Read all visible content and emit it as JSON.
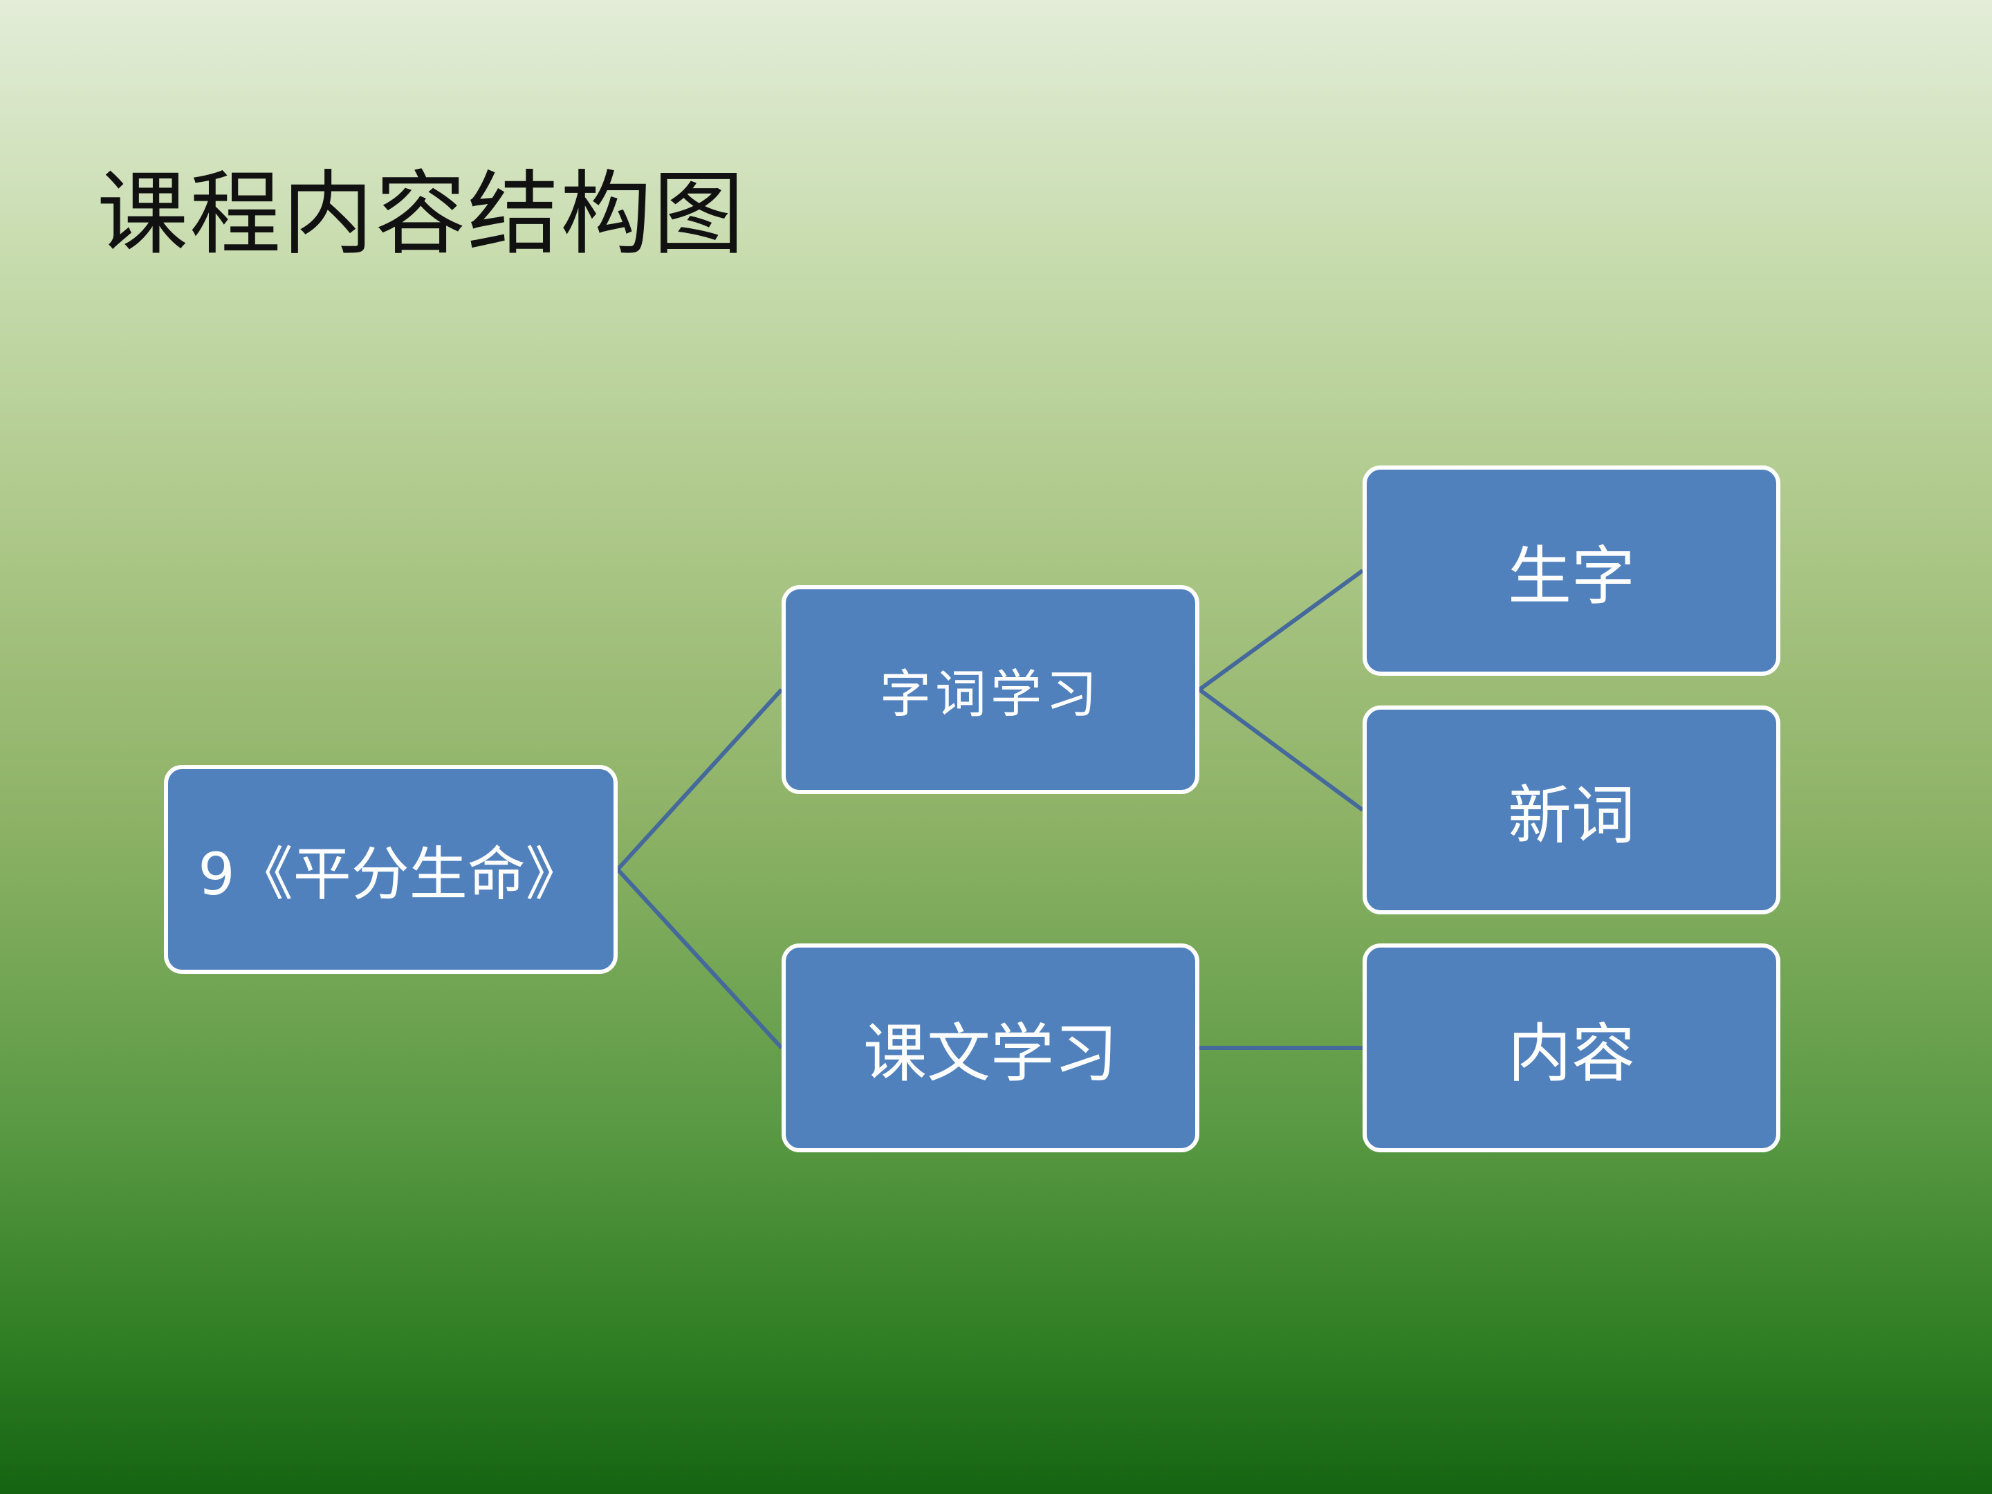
{
  "title": "课程内容结构图",
  "colors": {
    "node_fill": "#5181bd",
    "node_border": "#ffffff",
    "connector": "#45699b",
    "title_text": "#111111"
  },
  "nodes": {
    "root": "9《平分生命》",
    "zici": "字词学习",
    "kewen": "课文学习",
    "shengzi": "生字",
    "xinci": "新词",
    "neirong": "内容"
  },
  "edges": [
    [
      "root",
      "zici"
    ],
    [
      "root",
      "kewen"
    ],
    [
      "zici",
      "shengzi"
    ],
    [
      "zici",
      "xinci"
    ],
    [
      "kewen",
      "neirong"
    ]
  ]
}
